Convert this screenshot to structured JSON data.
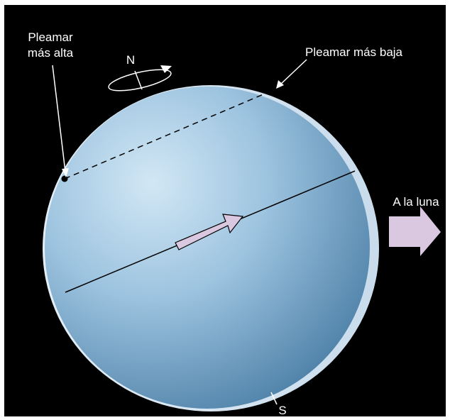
{
  "labels": {
    "highest_tide_line1": "Pleamar",
    "highest_tide_line2": "más alta",
    "lowest_tide": "Pleamar más baja",
    "north": "N",
    "south": "S",
    "to_moon": "A la luna"
  },
  "colors": {
    "background": "#000000",
    "frame": "#ffffff",
    "earth_light": "#cfe4f3",
    "earth_mid": "#8db8d8",
    "earth_dark": "#4d7fa6",
    "tidal_bulge": "#d6e6f2",
    "arrow_fill": "#d9c8e0",
    "label_text": "#ffffff"
  }
}
